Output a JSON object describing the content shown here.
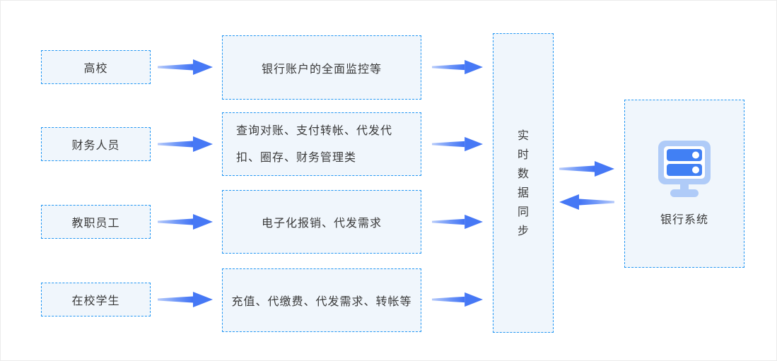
{
  "colors": {
    "border_blue": "#2196f3",
    "box_fill": "#f0f6fc",
    "arrow_head": "#4678f5",
    "arrow_tail": "#b4c9fa",
    "icon_frame": "#afcbf8",
    "icon_bar": "#4180f4",
    "text": "#3a3a3a"
  },
  "rows": [
    {
      "actor": "高校",
      "service": "银行账户的全面监控等"
    },
    {
      "actor": "财务人员",
      "service": "查询对账、支付转帐、代发代扣、圈存、财务管理类"
    },
    {
      "actor": "教职员工",
      "service": "电子化报销、代发需求"
    },
    {
      "actor": "在校学生",
      "service": "充值、代缴费、代发需求、转帐等"
    }
  ],
  "sync": {
    "label": "实时数据同步",
    "chars": [
      "实",
      "时",
      "数",
      "据",
      "同",
      "步"
    ]
  },
  "bank": {
    "label": "银行系统"
  }
}
